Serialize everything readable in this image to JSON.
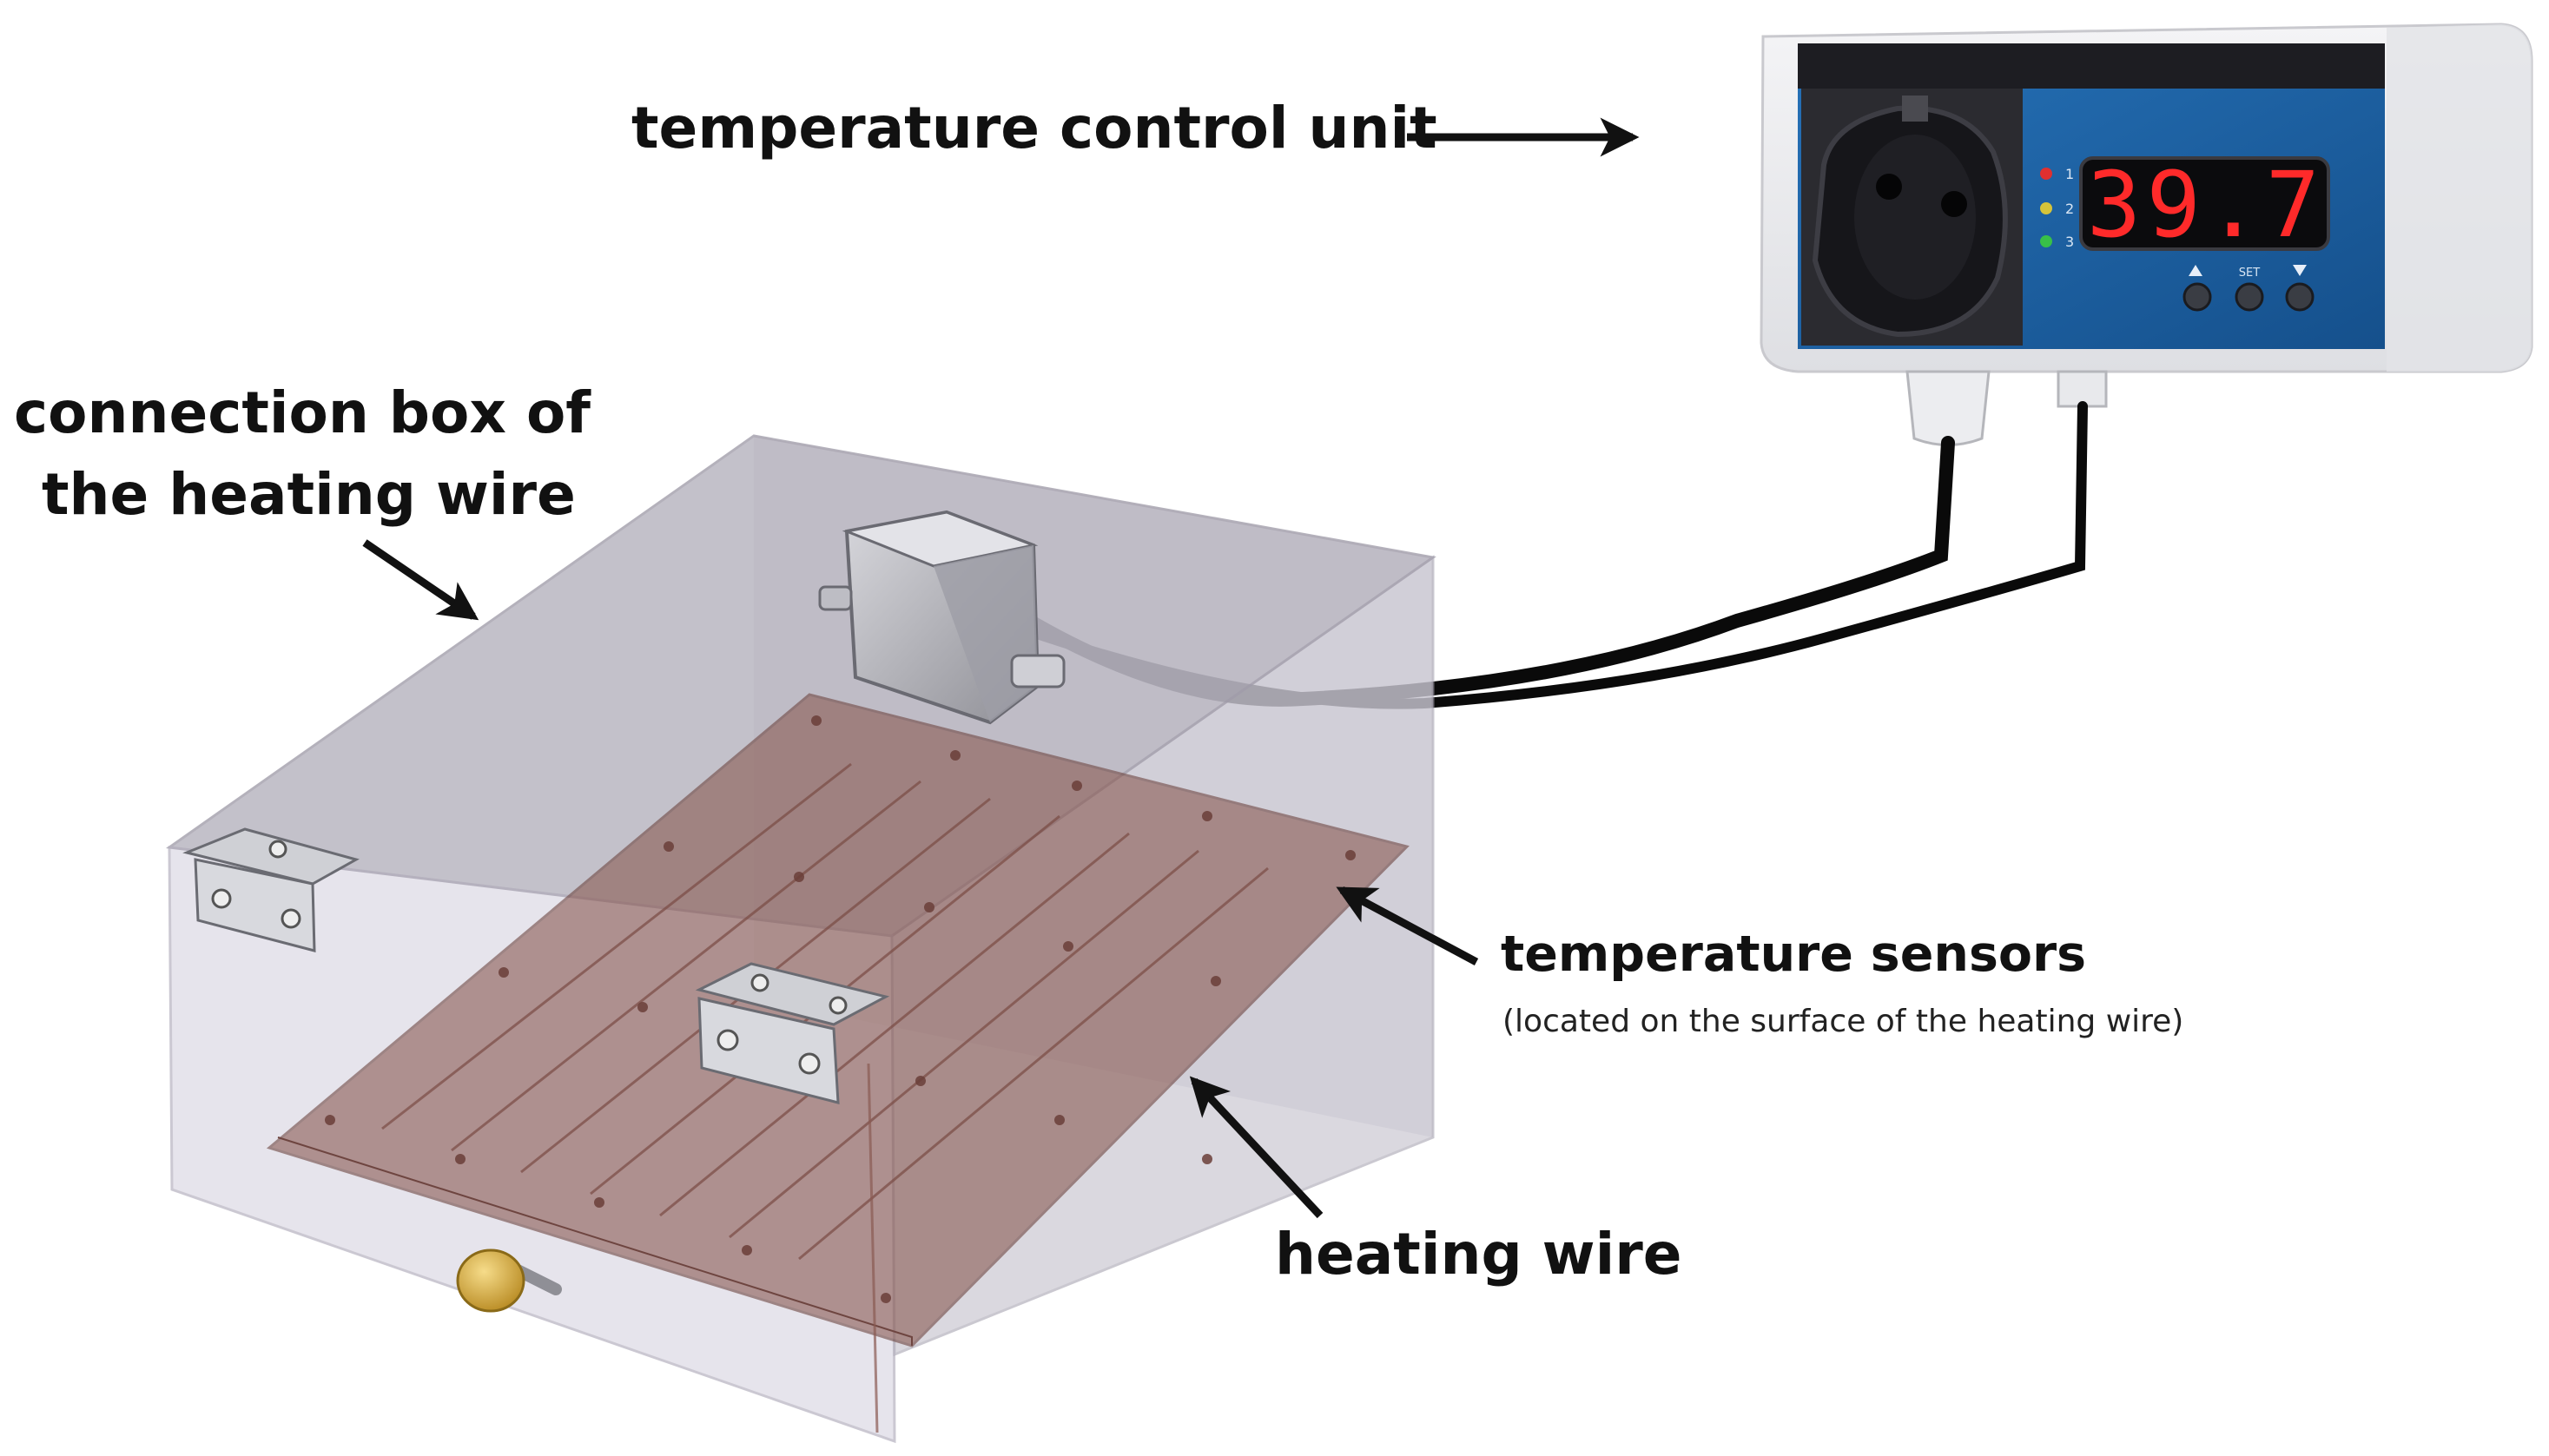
{
  "labels": {
    "control_unit": "temperature control unit",
    "connection_box_line1": "connection box of",
    "connection_box_line2": "the heating wire",
    "sensors": "temperature sensors",
    "sensors_note": "(located on the surface of the heating wire)",
    "heating_wire": "heating wire"
  },
  "display": {
    "reading": "39.7",
    "indicator_labels": [
      "1",
      "2",
      "3"
    ],
    "set_label": "SET",
    "buttons": [
      "up",
      "set",
      "down"
    ]
  },
  "icons": {
    "arrow": "arrow-icon",
    "socket": "power-socket-icon",
    "hinge": "hinge-icon",
    "knob": "knob-icon"
  },
  "colors": {
    "panel_blue": "#1c63a6",
    "display_red": "#ff2a2a",
    "heating_wire": "#8a5a52",
    "box_glass": "#b9b5c4",
    "cable": "#0a0a0a",
    "text": "#111111"
  }
}
